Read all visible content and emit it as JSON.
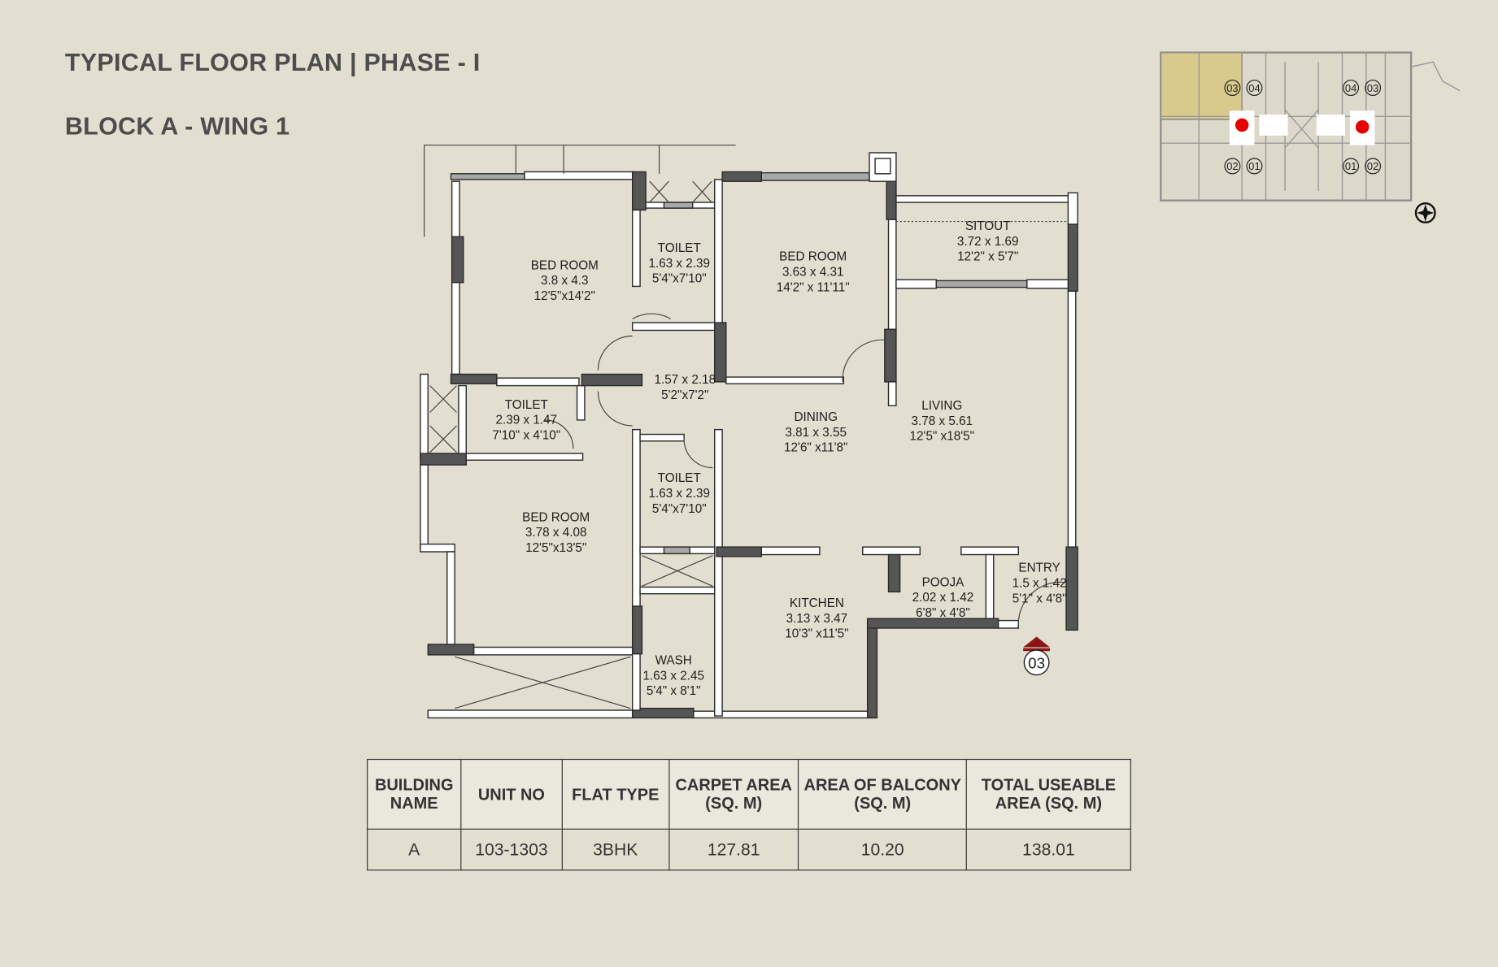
{
  "header": {
    "title": "TYPICAL FLOOR PLAN | PHASE - I",
    "subtitle": "BLOCK A - WING 1"
  },
  "rooms": [
    {
      "name": "BED ROOM",
      "metric": "3.8 x 4.3",
      "imperial": "12'5\"x14'2\""
    },
    {
      "name": "TOILET",
      "metric": "1.63 x 2.39",
      "imperial": "5'4\"x7'10\""
    },
    {
      "name": "BED ROOM",
      "metric": "3.63 x 4.31",
      "imperial": "14'2\" x 11'11\""
    },
    {
      "name": "SITOUT",
      "metric": "3.72 x 1.69",
      "imperial": "12'2\" x 5'7\""
    },
    {
      "name": "",
      "metric": "1.57 x 2.18",
      "imperial": "5'2\"x7'2\""
    },
    {
      "name": "TOILET",
      "metric": "2.39 x 1.47",
      "imperial": "7'10\" x 4'10\""
    },
    {
      "name": "DINING",
      "metric": "3.81 x 3.55",
      "imperial": "12'6\" x11'8\""
    },
    {
      "name": "LIVING",
      "metric": "3.78 x 5.61",
      "imperial": "12'5\" x18'5\""
    },
    {
      "name": "TOILET",
      "metric": "1.63 x 2.39",
      "imperial": "5'4\"x7'10\""
    },
    {
      "name": "BED ROOM",
      "metric": "3.78 x 4.08",
      "imperial": "12'5\"x13'5\""
    },
    {
      "name": "ENTRY",
      "metric": "1.5 x 1.42",
      "imperial": "5'1\" x 4'8\""
    },
    {
      "name": "POOJA",
      "metric": "2.02 x 1.42",
      "imperial": "6'8\" x 4'8\""
    },
    {
      "name": "KITCHEN",
      "metric": "3.13 x 3.47",
      "imperial": "10'3\" x11'5\""
    },
    {
      "name": "WASH",
      "metric": "1.63 x 2.45",
      "imperial": "5'4\" x 8'1\""
    }
  ],
  "entry_marker": "03",
  "key_plan": {
    "units_top": [
      "03",
      "04",
      "04",
      "03"
    ],
    "units_bottom": [
      "02",
      "01",
      "01",
      "02"
    ],
    "highlight_color": "#d8c98c",
    "marker_color": "#e60000"
  },
  "table": {
    "headers": [
      "BUILDING NAME",
      "UNIT NO",
      "FLAT TYPE",
      "CARPET AREA (SQ. M)",
      "AREA OF BALCONY (SQ. M)",
      "TOTAL USEABLE AREA (SQ. M)"
    ],
    "row": [
      "A",
      "103-1303",
      "3BHK",
      "127.81",
      "10.20",
      "138.01"
    ]
  }
}
